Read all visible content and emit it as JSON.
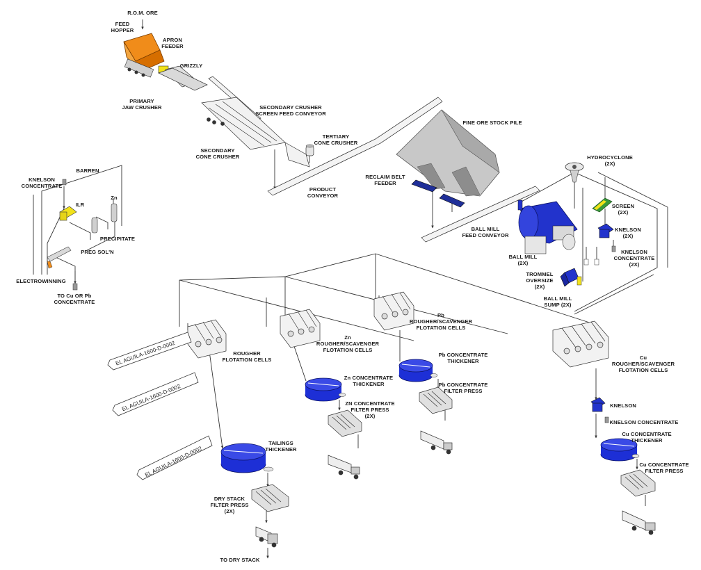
{
  "labels": {
    "rom_ore": "R.O.M. ORE",
    "feed_hopper": "FEED\nHOPPER",
    "apron_feeder": "APRON\nFEEDER",
    "grizzly": "GRIZZLY",
    "primary_jaw_crusher": "PRIMARY\nJAW CRUSHER",
    "secondary_crusher_screen_feed_conveyor": "SECONDARY CRUSHER\nSCREEN FEED CONVEYOR",
    "tertiary_cone_crusher": "TERTIARY\nCONE CRUSHER",
    "secondary_cone_crusher": "SECONDARY\nCONE CRUSHER",
    "product_conveyor": "PRODUCT\nCONVEYOR",
    "fine_ore_stock_pile": "FINE ORE STOCK PILE",
    "reclaim_belt_feeder": "RECLAIM BELT\nFEEDER",
    "hydrocyclone": "HYDROCYCLONE\n(2X)",
    "screen": "SCREEN\n(2X)",
    "knelson_2x": "KNELSON\n(2X)",
    "knelson_concentrate_2x": "KNELSON\nCONCENTRATE\n(2X)",
    "ball_mill_feed_conveyor": "BALL MILL\nFEED CONVEYOR",
    "ball_mill": "BALL MILL\n(2X)",
    "trommel_oversize": "TROMMEL\nOVERSIZE\n(2X)",
    "ball_mill_sump": "BALL MILL\nSUMP (2X)",
    "barren": "BARREN",
    "knelson_concentrate": "KNELSON\nCONCENTRATE",
    "ilr": "ILR",
    "zn": "Zn",
    "precipitate": "PRECIPITATE",
    "preg_soln": "PREG SOL'N",
    "electrowinning": "ELECTROWINNING",
    "to_cu_or_pb_concentrate": "TO Cu OR Pb\nCONCENTRATE",
    "rougher_flotation_cells": "ROUGHER\nFLOTATION CELLS",
    "zn_rougher_scavenger": "Zn\nROUGHER/SCAVENGER\nFLOTATION CELLS",
    "pb_rougher_scavenger": "Pb\nROUGHER/SCAVENGER\nFLOTATION CELLS",
    "cu_rougher_scavenger": "Cu\nROUGHER/SCAVENGER\nFLOTATION CELLS",
    "zn_concentrate_thickener": "Zn CONCENTRATE\nTHICKENER",
    "zn_concentrate_filter_press": "ZN CONCENTRATE\nFILTER PRESS\n(2X)",
    "pb_concentrate_thickener": "Pb CONCENTRATE\nTHICKENER",
    "pb_concentrate_filter_press": "Pb CONCENTRATE\nFILTER PRESS",
    "knelson": "KNELSON",
    "knelson_concentrate_cu": "KNELSON CONCENTRATE",
    "cu_concentrate_thickener": "Cu CONCENTRATE\nTHICKENER",
    "cu_concentrate_filter_press": "Cu CONCENTRATE\nFILTER PRESS",
    "tailings_thickener": "TAILINGS\nTHICKENER",
    "dry_stack_filter_press": "DRY STACK\nFILTER PRESS\n(2X)",
    "to_dry_stack": "TO DRY STACK"
  },
  "drawing_tags": [
    "EL AGUILA-1600-D-0002",
    "EL AGUILA-1600-D-0002",
    "EL AGUILA-1600-D-0002"
  ],
  "colors": {
    "line": "#333333",
    "equipment_gray": "#d9d9d9",
    "equipment_dark": "#444444",
    "thickener_blue": "#1d2fd6",
    "mill_blue": "#2233cc",
    "hopper_orange": "#f08c1a",
    "screen_green": "#3a9a3a",
    "accent_yellow": "#f2e21a",
    "stockpile_gray": "#c8c8c8"
  }
}
